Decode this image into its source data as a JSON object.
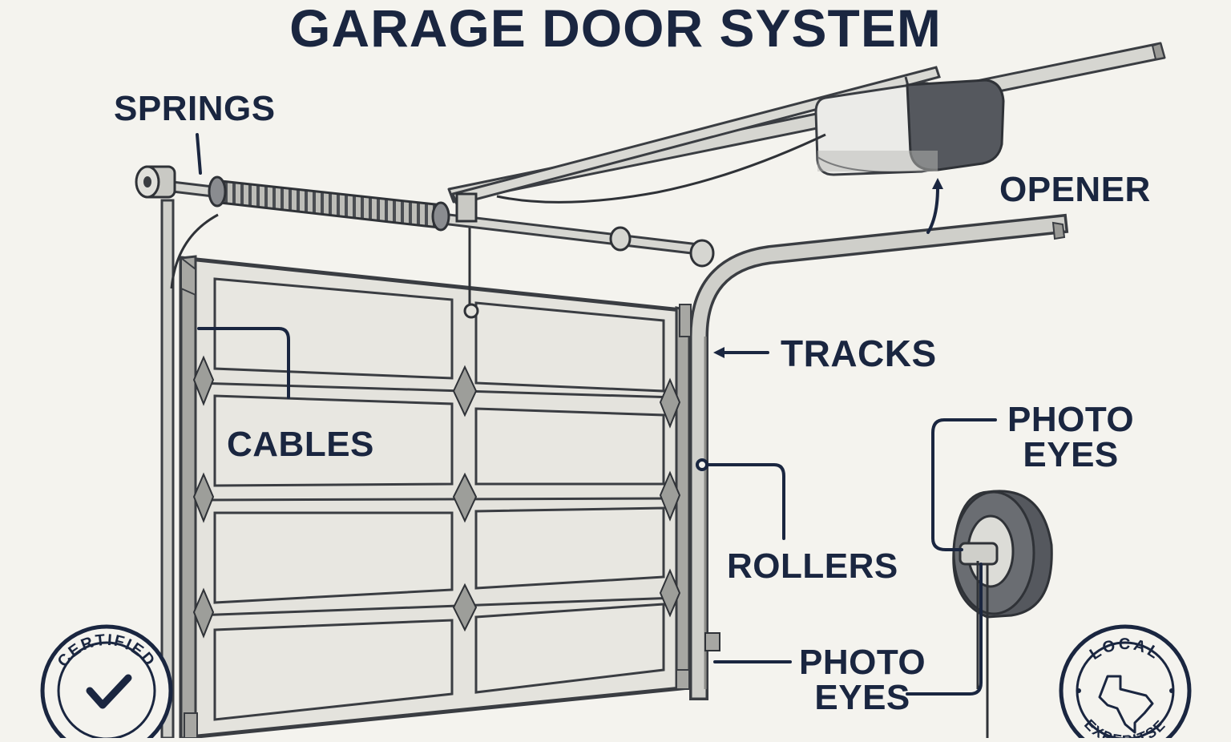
{
  "title": "GARAGE DOOR SYSTEM",
  "labels": {
    "springs": "SPRINGS",
    "opener": "OPENER",
    "tracks": "TRACKS",
    "cables": "CABLES",
    "rollers": "ROLLERS",
    "photo_eyes_upper": [
      "PHOTO",
      "EYES"
    ],
    "photo_eyes_lower": [
      "PHOTO",
      "EYES"
    ]
  },
  "badges": {
    "certified": "CERTIFIED",
    "local_top": "LOCAL",
    "local_bottom": "EXPERITSE"
  },
  "colors": {
    "background": "#f4f3ee",
    "ink": "#1a2640",
    "door_panel": "#e6e5df",
    "metal": "#c9c9c4",
    "opener_body": "#e9e9e6",
    "opener_dark": "#55585e"
  },
  "icons": [
    "checkmark-icon",
    "texas-outline-icon"
  ]
}
